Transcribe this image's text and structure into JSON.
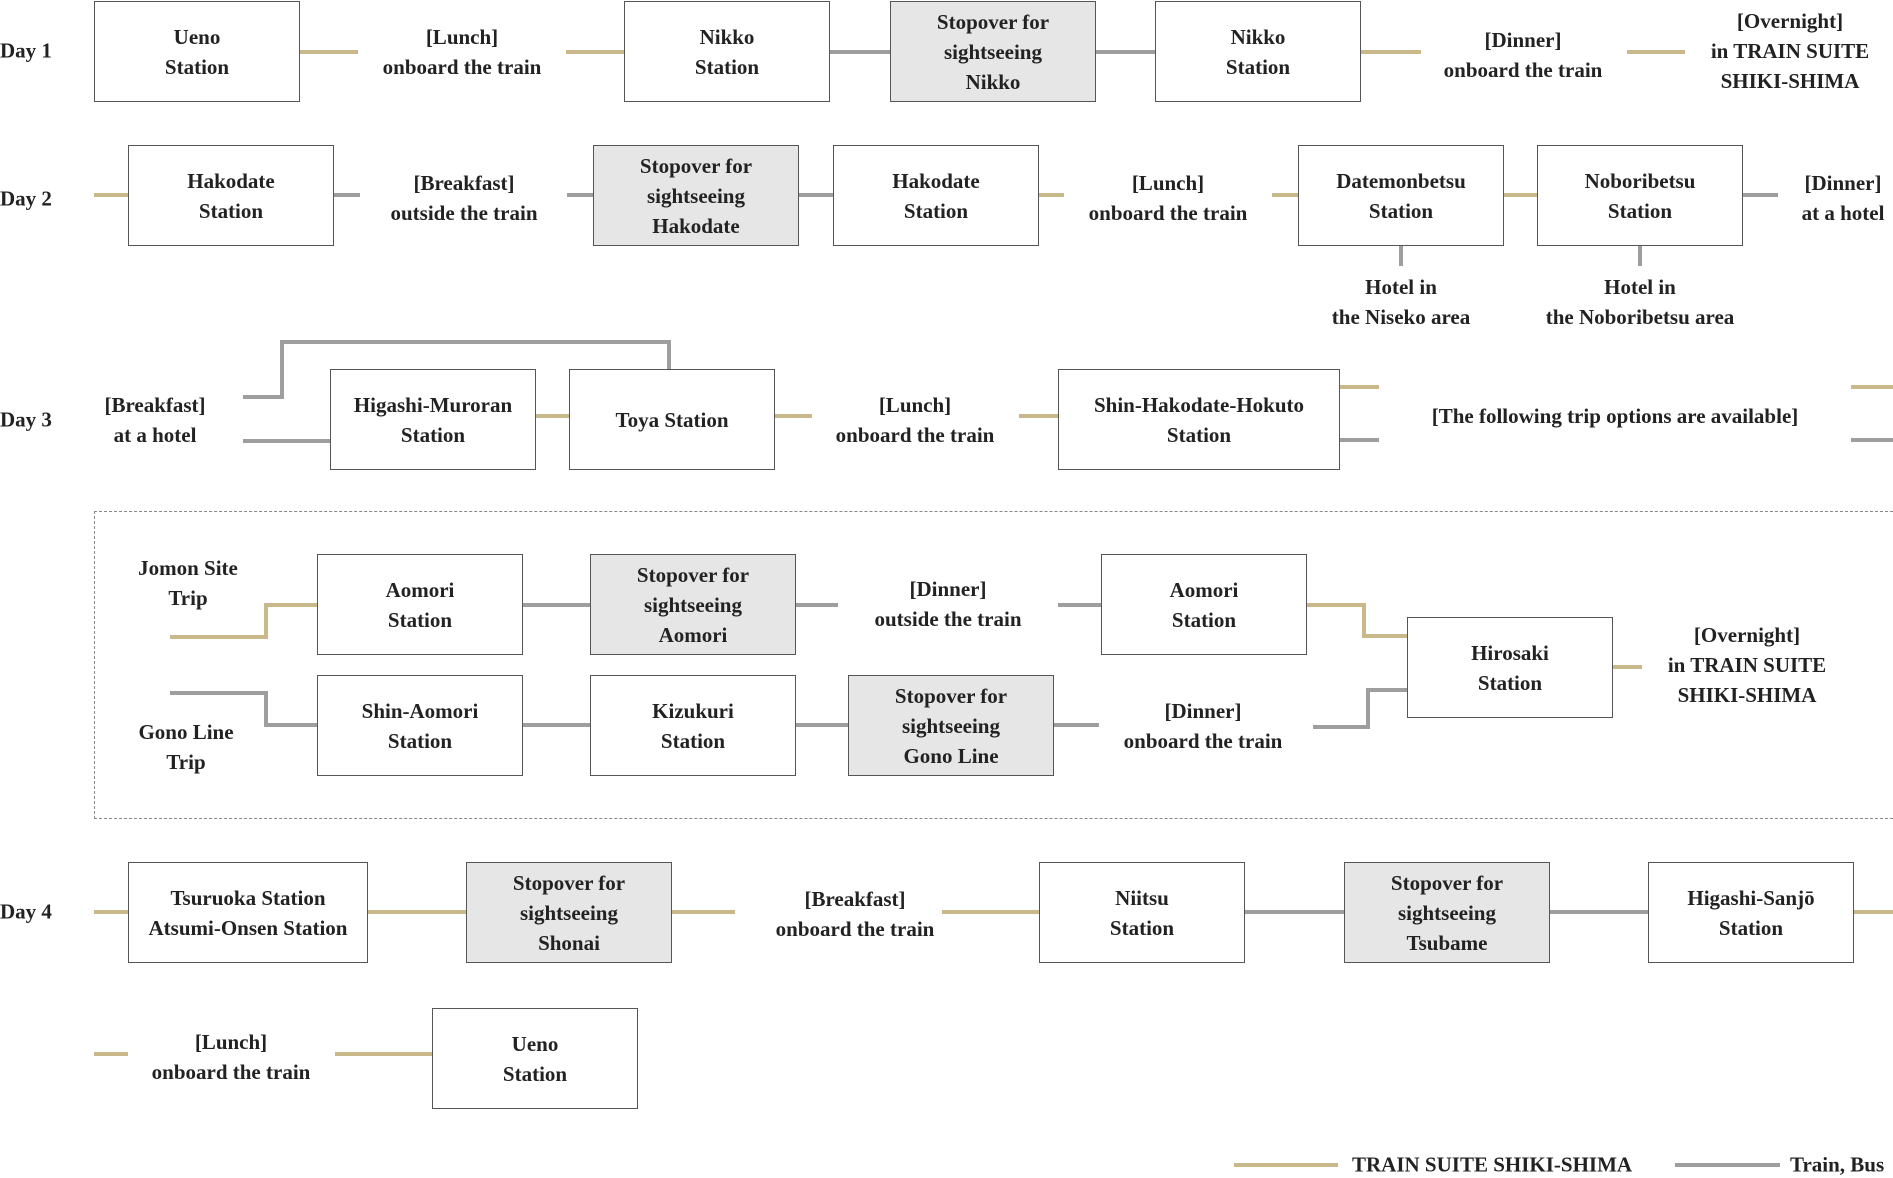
{
  "colors": {
    "shikishima": "#c8b88a",
    "train_bus": "#9e9e9e",
    "stopover_fill": "#e6e6e6",
    "box_border": "#555555"
  },
  "days": {
    "d1": "Day 1",
    "d2": "Day 2",
    "d3": "Day 3",
    "d4": "Day 4"
  },
  "day1": {
    "ueno": [
      "Ueno",
      "Station"
    ],
    "lunch": [
      "[Lunch]",
      "onboard the train"
    ],
    "nikko_a": [
      "Nikko",
      "Station"
    ],
    "stop_nikko": [
      "Stopover for",
      "sightseeing",
      "Nikko"
    ],
    "nikko_b": [
      "Nikko",
      "Station"
    ],
    "dinner": [
      "[Dinner]",
      "onboard the train"
    ],
    "overnight": [
      "[Overnight]",
      "in TRAIN SUITE",
      "SHIKI-SHIMA"
    ]
  },
  "day2": {
    "hakodate_a": [
      "Hakodate",
      "Station"
    ],
    "breakfast": [
      "[Breakfast]",
      "outside the train"
    ],
    "stop_hakodate": [
      "Stopover for",
      "sightseeing",
      "Hakodate"
    ],
    "hakodate_b": [
      "Hakodate",
      "Station"
    ],
    "lunch": [
      "[Lunch]",
      "onboard the train"
    ],
    "datemonbetsu": [
      "Datemonbetsu",
      "Station"
    ],
    "noboribetsu": [
      "Noboribetsu",
      "Station"
    ],
    "dinner": [
      "[Dinner]",
      "at a hotel"
    ],
    "hotel_niseko": [
      "Hotel in",
      "the Niseko area"
    ],
    "hotel_noboribetsu": [
      "Hotel in",
      "the Noboribetsu area"
    ]
  },
  "day3": {
    "breakfast": [
      "[Breakfast]",
      "at a hotel"
    ],
    "higashi_muroran": [
      "Higashi-Muroran",
      "Station"
    ],
    "toya": [
      "Toya Station"
    ],
    "lunch": [
      "[Lunch]",
      "onboard the train"
    ],
    "shin_hakodate": [
      "Shin-Hakodate-Hokuto",
      "Station"
    ],
    "options": [
      "[The following trip options are available]"
    ]
  },
  "options": {
    "jomon_label": [
      "Jomon Site",
      "Trip"
    ],
    "gono_label": [
      "Gono Line",
      "Trip"
    ],
    "aomori_a": [
      "Aomori",
      "Station"
    ],
    "stop_aomori": [
      "Stopover for",
      "sightseeing",
      "Aomori"
    ],
    "dinner_outside": [
      "[Dinner]",
      "outside the train"
    ],
    "aomori_b": [
      "Aomori",
      "Station"
    ],
    "shin_aomori": [
      "Shin-Aomori",
      "Station"
    ],
    "kizukuri": [
      "Kizukuri",
      "Station"
    ],
    "stop_gono": [
      "Stopover for",
      "sightseeing",
      "Gono Line"
    ],
    "dinner_onboard": [
      "[Dinner]",
      "onboard the train"
    ],
    "hirosaki": [
      "Hirosaki",
      "Station"
    ],
    "overnight": [
      "[Overnight]",
      "in TRAIN SUITE",
      "SHIKI-SHIMA"
    ]
  },
  "day4": {
    "tsuruoka": [
      "Tsuruoka Station",
      "Atsumi-Onsen Station"
    ],
    "stop_shonai": [
      "Stopover for",
      "sightseeing",
      "Shonai"
    ],
    "breakfast": [
      "[Breakfast]",
      "onboard the train"
    ],
    "niitsu": [
      "Niitsu",
      "Station"
    ],
    "stop_tsubame": [
      "Stopover for",
      "sightseeing",
      "Tsubame"
    ],
    "higashi_sanjo": [
      "Higashi-Sanjō",
      "Station"
    ],
    "lunch": [
      "[Lunch]",
      "onboard the train"
    ],
    "ueno": [
      "Ueno",
      "Station"
    ]
  },
  "legend": {
    "shikishima": "TRAIN SUITE SHIKI-SHIMA",
    "train_bus": "Train, Bus"
  }
}
